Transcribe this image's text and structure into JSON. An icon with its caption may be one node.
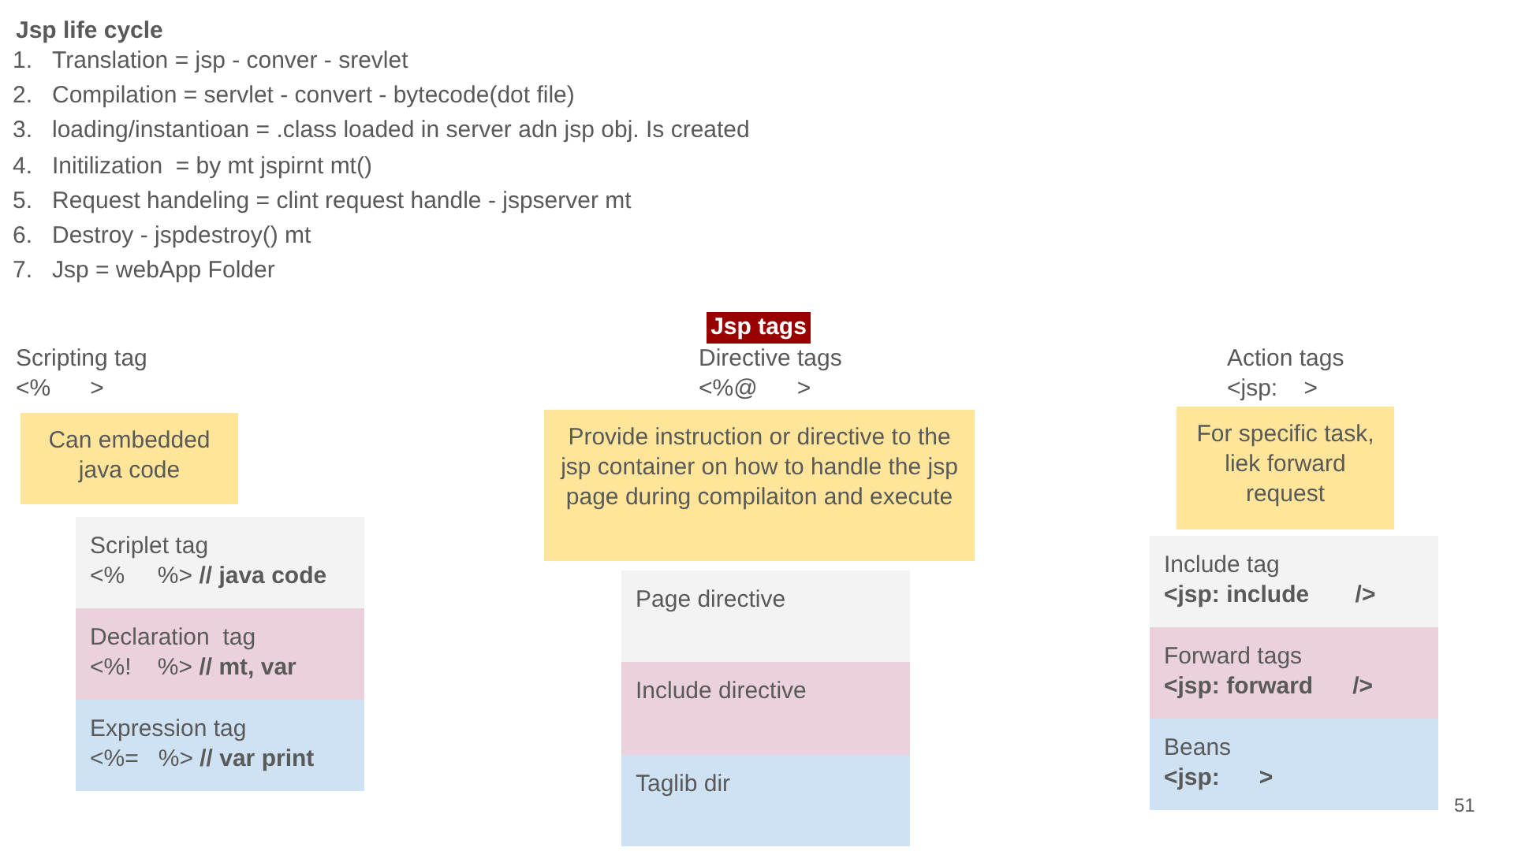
{
  "diagram": {
    "title": "Jsp life cycle",
    "nodes": [
      {
        "text": [
          "Jsp tags"
        ]
      },
      {
        "text": [
          "Can embedded java code"
        ]
      },
      {
        "text": [
          "Scriplet tag",
          "<%     %> // java code"
        ]
      },
      {
        "text": [
          "Declaration  tag",
          "<%!    %> // mt, var"
        ]
      },
      {
        "text": [
          "Expression tag",
          "<%=   %> // var print"
        ]
      },
      {
        "text": [
          "Provide instruction or directive to the jsp container on how to handle the jsp page during compilaiton and execute"
        ]
      },
      {
        "text": [
          "Page directive"
        ]
      },
      {
        "text": [
          "Include directive"
        ]
      },
      {
        "text": [
          "Taglib dir"
        ]
      },
      {
        "text": [
          "For specific task, liek forward request"
        ]
      },
      {
        "text": [
          "Include tag",
          "<jsp: include       />"
        ]
      },
      {
        "text": [
          "Forward tags",
          "<jsp: forward      />"
        ]
      },
      {
        "text": [
          "Beans",
          "<jsp:      >"
        ]
      }
    ],
    "labels": [
      "1.",
      "Translation = jsp - conver - srevlet",
      "2.",
      "Compilation = servlet - convert - bytecode(dot file)",
      "3.",
      "loading/instantioan = .class loaded in server adn jsp obj. Is created",
      "4.",
      "Initilization  = by mt jspirnt mt()",
      "5.",
      "Request handeling = clint request handle - jspserver mt",
      "6.",
      "Destroy - jspdestroy() mt",
      "7.",
      "Jsp = webApp Folder",
      "Scripting tag",
      "<%      >",
      "Directive tags",
      "<%@      >",
      "Action tags",
      "<jsp:    >",
      "51"
    ]
  }
}
